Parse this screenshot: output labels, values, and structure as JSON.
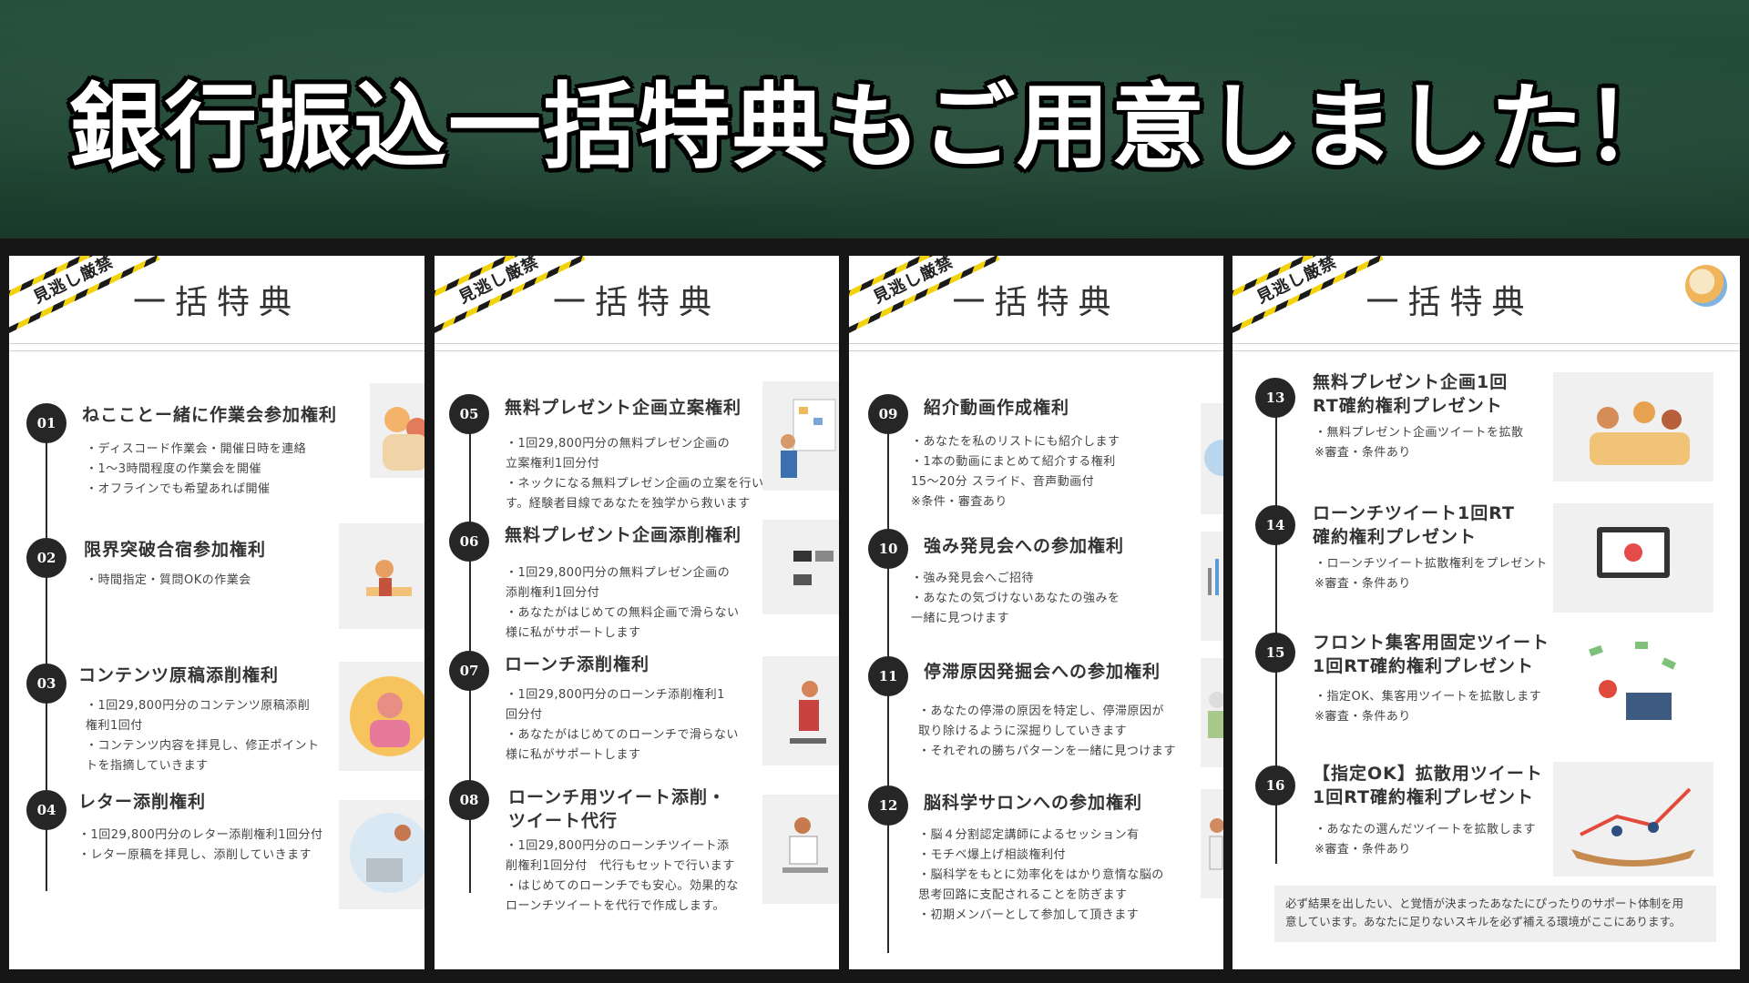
{
  "headline": "銀行振込一括特典もご用意しました！",
  "ribbon_label": "見逃し厳禁",
  "panel_title": "一括特典",
  "colors": {
    "chalkboard": "#1f4633",
    "badge": "#262626",
    "hazard_yellow": "#f2d20a"
  },
  "panels": [
    {
      "items": [
        {
          "num": "01",
          "title": "ねこことー緒に作業会参加権利",
          "lines": [
            "・ディスコード作業会・開催日時を連絡",
            "・1〜3時間程度の作業会を開催",
            "・オフラインでも希望あれば開催"
          ]
        },
        {
          "num": "02",
          "title": "限界突破合宿参加権利",
          "lines": [
            "・時間指定・質問OKの作業会"
          ]
        },
        {
          "num": "03",
          "title": "コンテンツ原稿添削権利",
          "lines": [
            "・1回29,800円分のコンテンツ原稿添削",
            "権利1回付",
            "・コンテンツ内容を拝見し、修正ポイント",
            "トを指摘していきます"
          ]
        },
        {
          "num": "04",
          "title": "レター添削権利",
          "lines": [
            "・1回29,800円分のレター添削権利1回分付",
            "・レター原稿を拝見し、添削していきます"
          ]
        }
      ]
    },
    {
      "items": [
        {
          "num": "05",
          "title": "無料プレゼント企画立案権利",
          "lines": [
            "・1回29,800円分の無料プレゼン企画の",
            "立案権利1回分付",
            "・ネックになる無料プレゼン企画の立案を行いま",
            "す。経験者目線であなたを独学から救います"
          ]
        },
        {
          "num": "06",
          "title": "無料プレゼント企画添削権利",
          "lines": [
            "・1回29,800円分の無料プレゼン企画の",
            "添削権利1回分付",
            "・あなたがはじめての無料企画で滑らない",
            "様に私がサポートします"
          ]
        },
        {
          "num": "07",
          "title": "ローンチ添削権利",
          "lines": [
            "・1回29,800円分のローンチ添削権利1",
            "回分付",
            "・あなたがはじめてのローンチで滑らない",
            "様に私がサポートします"
          ]
        },
        {
          "num": "08",
          "title": "ローンチ用ツイート添削・\nツイート代行",
          "lines": [
            "・1回29,800円分のローンチツイート添",
            "削権利1回分付　代行もセットで行います",
            "・はじめてのローンチでも安心。効果的な",
            "ローンチツイートを代行で作成します。"
          ]
        }
      ]
    },
    {
      "items": [
        {
          "num": "09",
          "title": "紹介動画作成権利",
          "lines": [
            "・あなたを私のリストにも紹介します",
            "・1本の動画にまとめて紹介する権利",
            "15〜20分 スライド、音声動画付",
            "※条件・審査あり"
          ]
        },
        {
          "num": "10",
          "title": "強み発見会への参加権利",
          "lines": [
            "・強み発見会へご招待",
            "・あなたの気づけないあなたの強みを",
            "一緒に見つけます"
          ]
        },
        {
          "num": "11",
          "title": "停滞原因発掘会への参加権利",
          "lines": [
            "・あなたの停滞の原因を特定し、停滞原因が",
            "取り除けるように深掘りしていきます",
            "・それぞれの勝ちパターンを一緒に見つけます"
          ]
        },
        {
          "num": "12",
          "title": "脳科学サロンへの参加権利",
          "lines": [
            "・脳４分割認定講師によるセッション有",
            "・モチベ爆上げ相談権利付",
            "・脳科学をもとに効率化をはかり意惰な脳の",
            "思考回路に支配されることを防ぎます",
            "・初期メンバーとして参加して頂きます"
          ]
        }
      ]
    },
    {
      "items": [
        {
          "num": "13",
          "title": "無料プレゼント企画1回\nRT確約権利プレゼント",
          "lines": [
            "・無料プレゼント企画ツイートを拡散",
            "※審査・条件あり"
          ]
        },
        {
          "num": "14",
          "title": "ローンチツイート1回RT\n確約権利プレゼント",
          "lines": [
            "・ローンチツイート拡散権利をプレゼント",
            "※審査・条件あり"
          ]
        },
        {
          "num": "15",
          "title": "フロント集客用固定ツイート\n1回RT確約権利プレゼント",
          "lines": [
            "・指定OK、集客用ツイートを拡散します",
            "※審査・条件あり"
          ]
        },
        {
          "num": "16",
          "title": "【指定OK】拡散用ツイート\n1回RT確約権利プレゼント",
          "lines": [
            "・あなたの選んだツイートを拡散します",
            "※審査・条件あり"
          ]
        }
      ],
      "note": [
        "必ず結果を出したい、と覚悟が決まったあなたにぴったりのサポート体制を用",
        "意しています。あなたに足りないスキルを必ず補える環境がここにあります。"
      ]
    }
  ]
}
